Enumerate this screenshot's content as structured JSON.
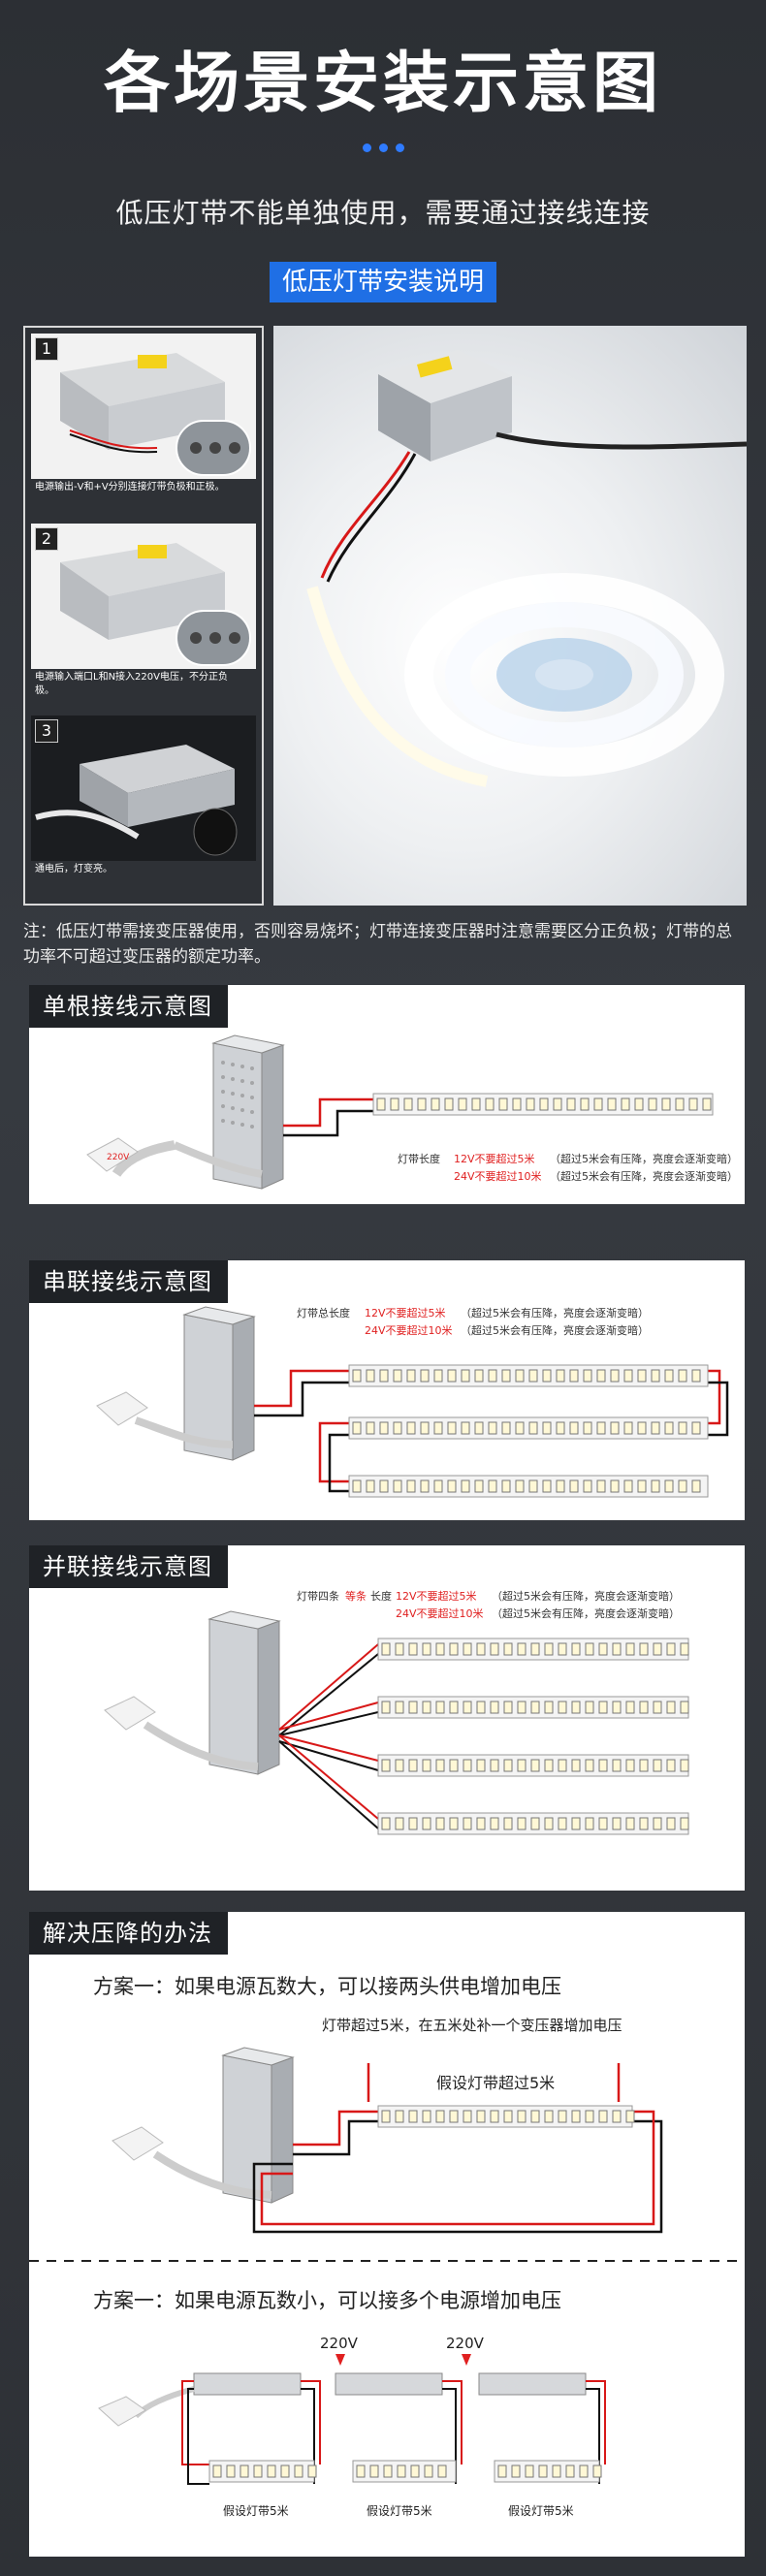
{
  "header": {
    "title": "各场景安装示意图",
    "subtitle": "低压灯带不能单独使用，需要通过接线连接",
    "tag": "低压灯带安装说明"
  },
  "steps": [
    {
      "num": "1",
      "caption": "电源输出-V和+V分别连接灯带负极和正极。"
    },
    {
      "num": "2",
      "caption": "电源输入端口L和N接入220V电压，不分正负极。"
    },
    {
      "num": "3",
      "caption": "通电后，灯变亮。"
    }
  ],
  "note": "注：低压灯带需接变压器使用，否则容易烧坏；灯带连接变压器时注意需要区分正负极；灯带的总功率不可超过变压器的额定功率。",
  "single": {
    "label": "单根接线示意图",
    "line1_a": "灯带长度",
    "line1_b": "12V不要超过5米",
    "line1_c": "（超过5米会有压降，亮度会逐渐变暗）",
    "line2_b": "24V不要超过10米",
    "line2_c": "（超过5米会有压降，亮度会逐渐变暗）"
  },
  "series": {
    "label": "串联接线示意图",
    "line1_a": "灯带总长度",
    "line1_b": "12V不要超过5米",
    "line1_c": "（超过5米会有压降，亮度会逐渐变暗）",
    "line2_b": "24V不要超过10米",
    "line2_c": "（超过5米会有压降，亮度会逐渐变暗）"
  },
  "parallel": {
    "label": "并联接线示意图",
    "line1_a": "灯带四条",
    "line1_eq": "等条",
    "line1_a2": "长度",
    "line1_b": "12V不要超过5米",
    "line1_c": "（超过5米会有压降，亮度会逐渐变暗）",
    "line2_b": "24V不要超过10米",
    "line2_c": "（超过5米会有压降，亮度会逐渐变暗）"
  },
  "solution": {
    "label": "解决压降的办法",
    "plan1": "方案一：如果电源瓦数大，可以接两头供电增加电压",
    "plan1_note": "灯带超过5米，在五米处补一个变压器增加电压",
    "plan1_assume": "假设灯带超过5米",
    "plan2": "方案一：如果电源瓦数小，可以接多个电源增加电压",
    "v220_a": "220V",
    "v220_b": "220V",
    "assume_a": "假设灯带5米",
    "assume_b": "假设灯带5米",
    "assume_c": "假设灯带5米"
  },
  "colors": {
    "accent_blue": "#1f6fe5",
    "warn_red": "#e02020",
    "wire_red": "#d81818",
    "wire_black": "#111111"
  }
}
